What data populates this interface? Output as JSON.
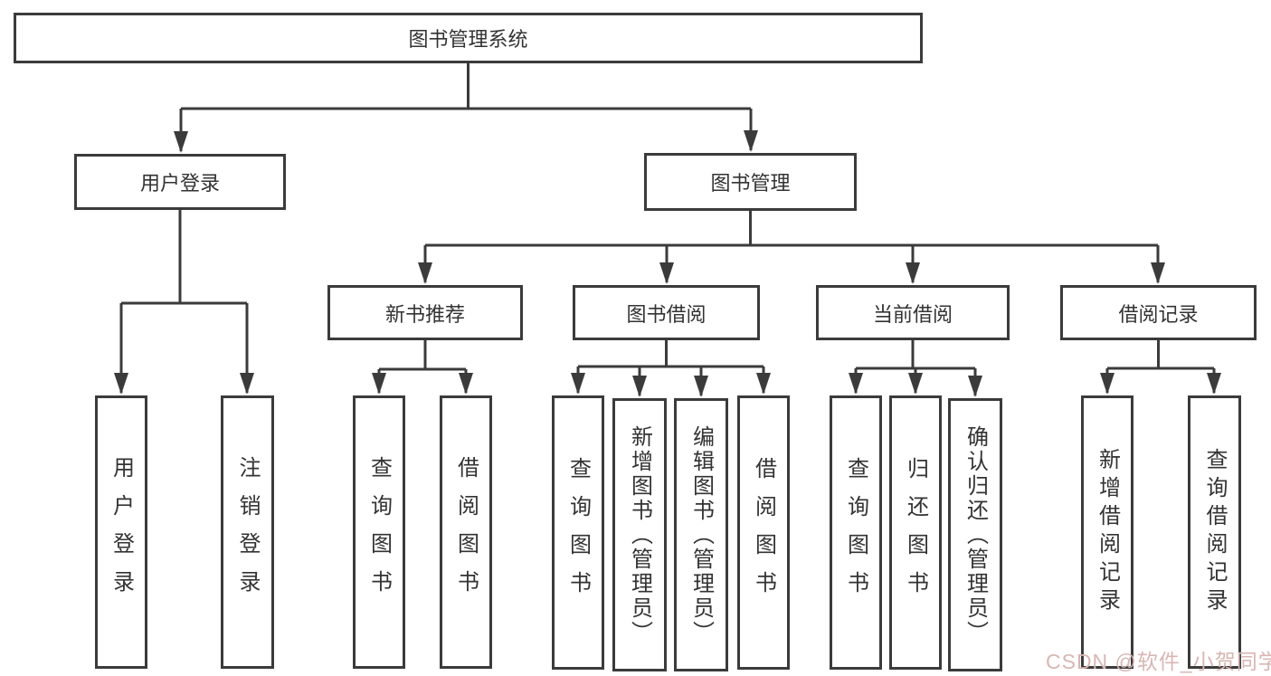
{
  "tree": {
    "root": "图书管理系统",
    "branches": [
      {
        "label": "用户登录",
        "children": [
          "用户登录",
          "注销登录"
        ]
      },
      {
        "label": "图书管理",
        "sections": [
          {
            "label": "新书推荐",
            "children": [
              "查询图书",
              "借阅图书"
            ]
          },
          {
            "label": "图书借阅",
            "children": [
              "查询图书",
              "新增图书（管理员）",
              "编辑图书（管理员）",
              "借阅图书"
            ]
          },
          {
            "label": "当前借阅",
            "children": [
              "查询图书",
              "归还图书",
              "确认归还（管理员）"
            ]
          },
          {
            "label": "借阅记录",
            "children": [
              "新增借阅记录",
              "查询借阅记录"
            ]
          }
        ]
      }
    ]
  },
  "watermark": {
    "text": "CSDN @软件_小贺同学"
  },
  "colors": {
    "line": "#3b3b3b",
    "text": "#333333",
    "watermark": "#d9b6b2",
    "background": "#ffffff"
  }
}
